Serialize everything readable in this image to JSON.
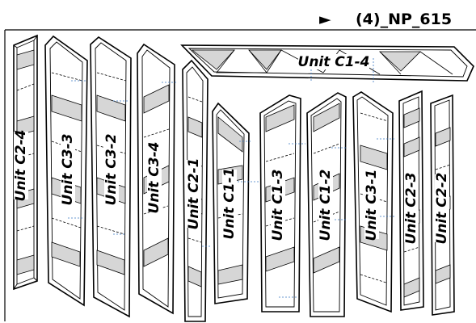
{
  "header": {
    "marker": "►",
    "title": "(4)_NP_615"
  },
  "colors": {
    "line": "#000000",
    "shade": "#d6d6d6",
    "dim": "#3a78c4",
    "frame": "#000000"
  },
  "units": [
    {
      "id": "c2-4",
      "label": "Unit C2-4"
    },
    {
      "id": "c3-3",
      "label": "Unit C3-3"
    },
    {
      "id": "c3-2",
      "label": "Unit C3-2"
    },
    {
      "id": "c3-4",
      "label": "Unit C3-4"
    },
    {
      "id": "c2-1",
      "label": "Unit C2-1"
    },
    {
      "id": "c1-1",
      "label": "Unit C1-1"
    },
    {
      "id": "c1-3",
      "label": "Unit C1-3"
    },
    {
      "id": "c1-2",
      "label": "Unit C1-2"
    },
    {
      "id": "c3-1",
      "label": "Unit C3-1"
    },
    {
      "id": "c2-3",
      "label": "Unit C2-3"
    },
    {
      "id": "c2-2",
      "label": "Unit C2-2"
    },
    {
      "id": "c1-4",
      "label": "Unit C1-4"
    }
  ]
}
